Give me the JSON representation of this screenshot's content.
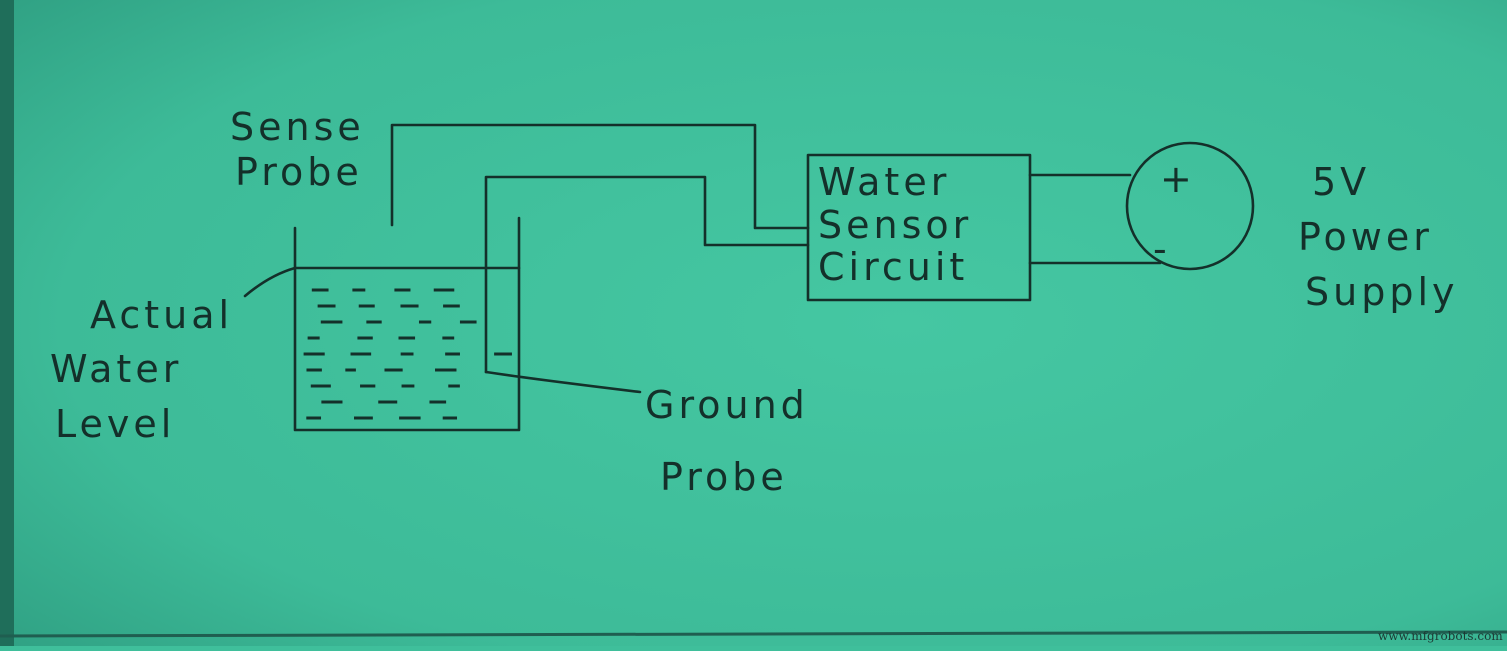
{
  "labels": {
    "sense_probe": [
      "Sense",
      "Probe"
    ],
    "actual_water_level": [
      "Actual",
      "Water",
      "Level"
    ],
    "ground_probe": [
      "Ground",
      "Probe"
    ],
    "water_sensor_circuit": [
      "Water",
      "Sensor",
      "Circuit"
    ],
    "power_supply": [
      "5V",
      "Power",
      "Supply"
    ],
    "terminal_plus": "+",
    "terminal_minus": "-"
  },
  "watermark": "www.mfgrobots.com",
  "colors": {
    "paper": "#3fbf9b",
    "ink": "#14302a"
  }
}
